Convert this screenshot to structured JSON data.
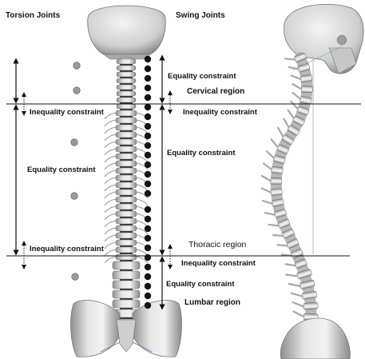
{
  "columns": {
    "left": "Torsion Joints",
    "right": "Swing Joints"
  },
  "labels": {
    "eq_cervical": "Equality constraint",
    "cervical_region": "Cervical region",
    "ineq_upper_left": "Inequality constraint",
    "ineq_upper_right": "Inequality constraint",
    "eq_left_thoracic": "Equality constraint",
    "eq_right_thoracic": "Equality constraint",
    "thoracic_region": "Thoracic region",
    "ineq_lower_left": "Inequality constraint",
    "ineq_lower_right": "Inequality constraint",
    "eq_lumbar": "Equality constraint",
    "lumbar_region": "Lumbar region"
  },
  "colors": {
    "torsion_joint_marker": "#9a9a9a",
    "swing_joint_marker": "#141414",
    "bone": "#d8d8d8",
    "line": "#111111"
  },
  "icons": {
    "torsion_joint_marker": "gray-circle",
    "swing_joint_marker": "black-circle",
    "range_arrow": "double-headed-arrow"
  }
}
